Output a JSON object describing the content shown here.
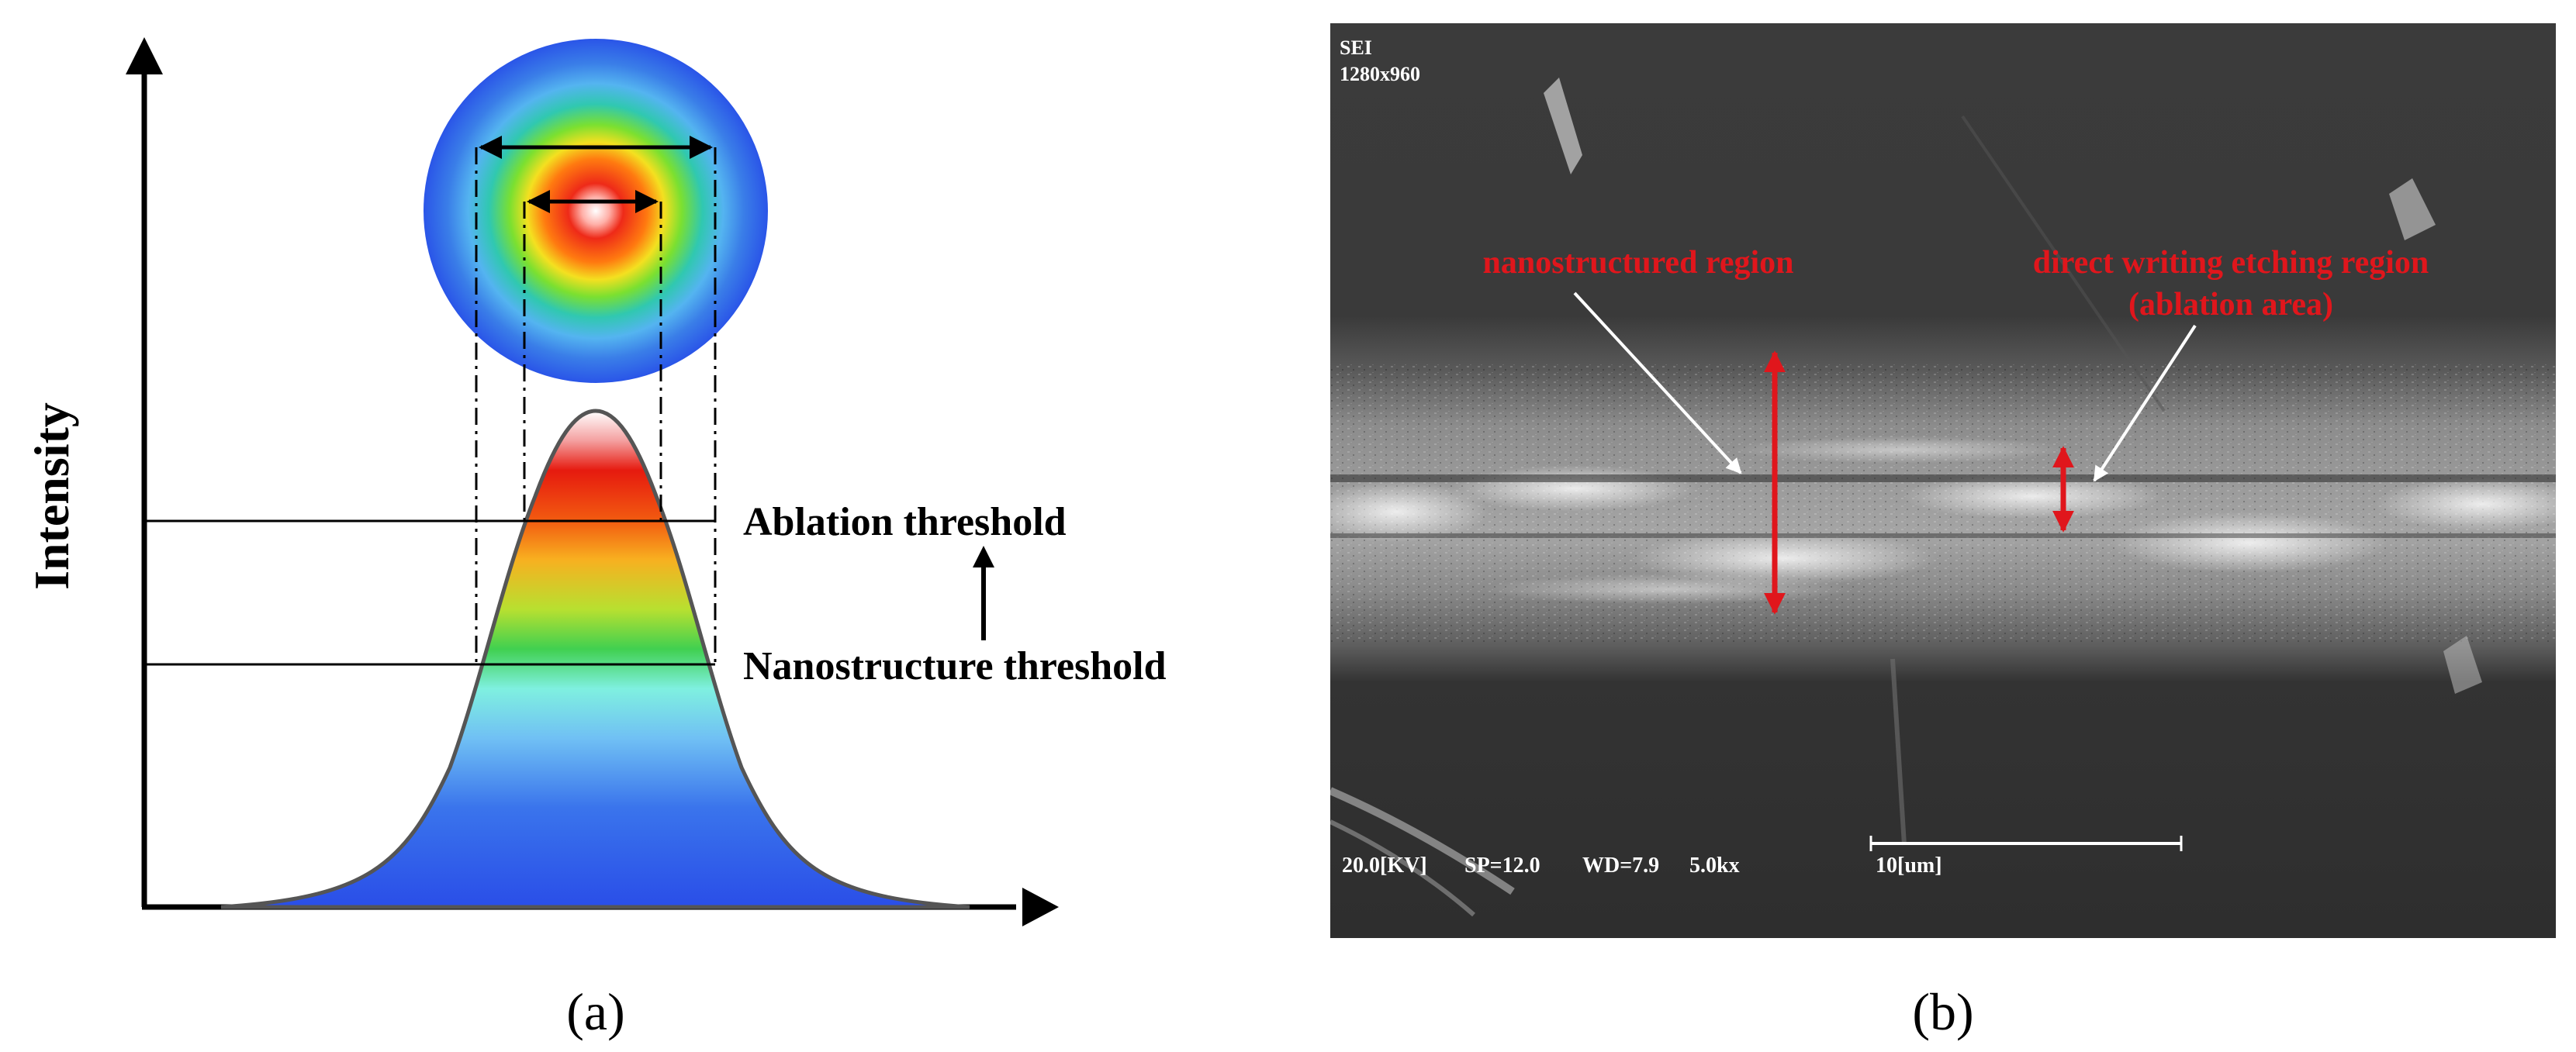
{
  "panel_a": {
    "y_axis_label": "Intensity",
    "ablation_threshold_label": "Ablation threshold",
    "nanostructure_threshold_label": "Nanostructure threshold",
    "caption": "(a)"
  },
  "panel_b": {
    "sem_mode": "SEI",
    "resolution": "1280x960",
    "nanostructured_label": "nanostructured region",
    "direct_writing_label": "direct writing etching region",
    "ablation_area_label": "(ablation area)",
    "accelerating_voltage": "20.0[KV]",
    "spot_size": "SP=12.0",
    "working_distance": "WD=7.9",
    "magnification": "5.0kx",
    "scale_bar_label": "10[um]",
    "caption": "(b)"
  },
  "colors": {
    "annotation_red": "#e0161c",
    "beam_blue": "#2a55e8",
    "beam_red": "#e61a0f"
  }
}
